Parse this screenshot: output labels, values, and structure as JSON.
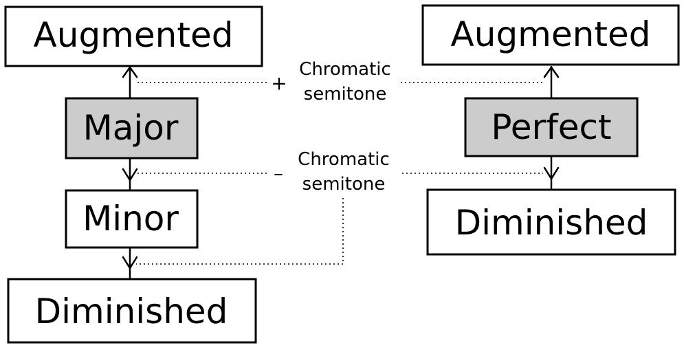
{
  "colors": {
    "stroke": "#000000",
    "base_fill": "#cccccc",
    "box_fill": "#ffffff"
  },
  "left_column": {
    "augmented": "Augmented",
    "major": "Major",
    "minor": "Minor",
    "diminished": "Diminished"
  },
  "right_column": {
    "augmented": "Augmented",
    "perfect": "Perfect",
    "diminished": "Diminished"
  },
  "notes": {
    "plus": {
      "sign": "+",
      "line1": "Chromatic",
      "line2": "semitone"
    },
    "minus": {
      "sign": "–",
      "line1": "Chromatic",
      "line2": "semitone"
    }
  }
}
